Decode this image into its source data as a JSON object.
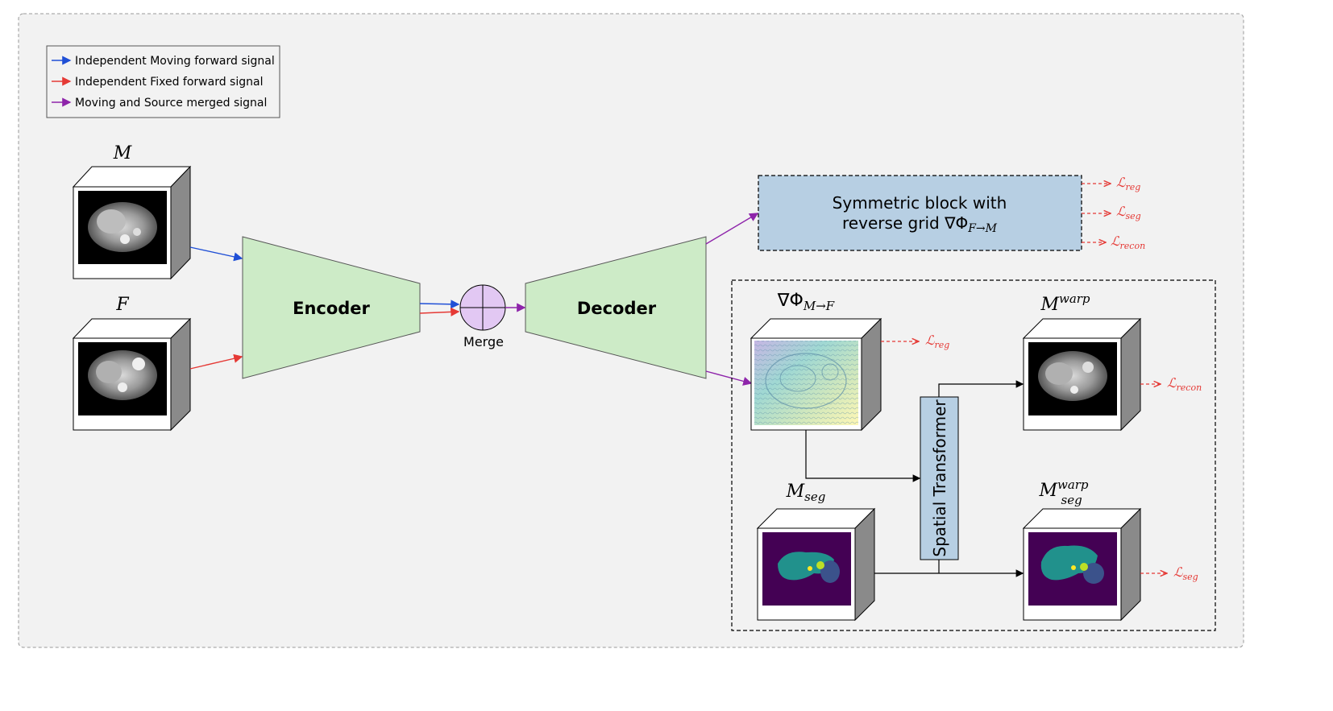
{
  "legend": {
    "items": [
      {
        "label": "Independent Moving forward signal",
        "color": "#1f4fd6"
      },
      {
        "label": "Independent Fixed forward signal",
        "color": "#e53935"
      },
      {
        "label": "Moving and Source merged signal",
        "color": "#8e24aa"
      }
    ]
  },
  "inputs": {
    "moving_label": "M",
    "fixed_label": "F"
  },
  "encoder": {
    "label": "Encoder",
    "color": "#cdebc7"
  },
  "merge": {
    "label": "Merge",
    "color": "#e2c8f3"
  },
  "decoder": {
    "label": "Decoder",
    "color": "#cdebc7"
  },
  "symmetric_block": {
    "line1": "Symmetric block with",
    "line2_prefix": "reverse grid ∇Φ",
    "line2_sub": "F→M",
    "color": "#b7cfe3"
  },
  "losses": {
    "top_reg": {
      "main": "ℒ",
      "sub": "reg"
    },
    "top_seg": {
      "main": "ℒ",
      "sub": "seg"
    },
    "top_recon": {
      "main": "ℒ",
      "sub": "recon"
    },
    "grid_reg": {
      "main": "ℒ",
      "sub": "reg"
    },
    "warp_recon": {
      "main": "ℒ",
      "sub": "recon"
    },
    "seg_warp": {
      "main": "ℒ",
      "sub": "seg"
    },
    "color": "#e53935"
  },
  "outputs": {
    "grid_label_main": "∇Φ",
    "grid_label_sub": "M→F",
    "mwarp_main": "M",
    "mwarp_sup": "warp",
    "mseg_main": "M",
    "mseg_sub": "seg",
    "msegwarp_main": "M",
    "msegwarp_sup": "warp",
    "msegwarp_sub": "seg"
  },
  "spatial_transformer": {
    "label": "Spatial Transformer",
    "color": "#b7cfe3"
  }
}
